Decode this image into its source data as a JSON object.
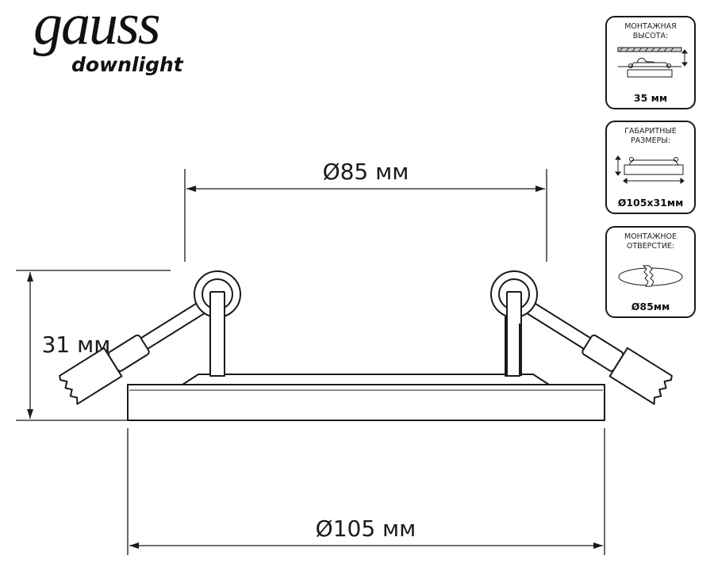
{
  "brand": {
    "name": "gauss",
    "subtitle": "downlight"
  },
  "dimensions": {
    "cutout_diameter": "Ø85 мм",
    "height": "31 мм",
    "outer_diameter": "Ø105 мм"
  },
  "spec_cards": [
    {
      "title_line1": "МОНТАЖНАЯ",
      "title_line2": "ВЫСОТА:",
      "value": "35 мм"
    },
    {
      "title_line1": "ГАБАРИТНЫЕ",
      "title_line2": "РАЗМЕРЫ:",
      "value": "Ø105х31мм"
    },
    {
      "title_line1": "МОНТАЖНОЕ",
      "title_line2": "ОТВЕРСТИЕ:",
      "value": "Ø85мм"
    }
  ]
}
